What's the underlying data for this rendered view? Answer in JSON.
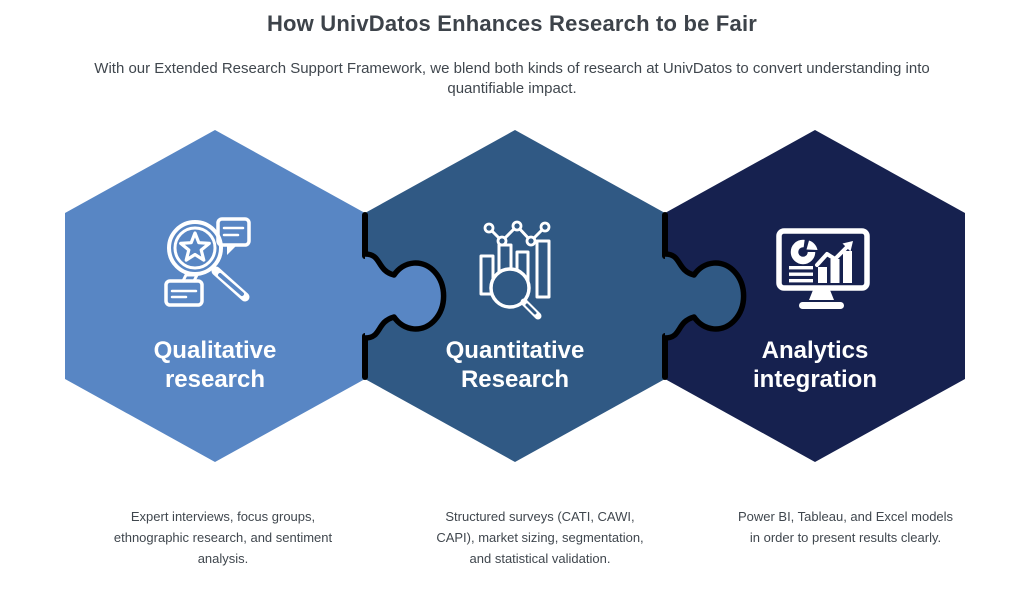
{
  "header": {
    "title": "How UnivDatos Enhances Research to be Fair",
    "subtitle": "With our Extended Research Support Framework, we blend both kinds of research at UnivDatos to convert understanding into quantifiable impact."
  },
  "colors": {
    "background": "#ffffff",
    "heading_text": "#3d434a",
    "body_text": "#40474e",
    "label_text": "#ffffff",
    "icon": "#ffffff",
    "connector_outline": "#000000"
  },
  "pieces": [
    {
      "label": "Qualitative research",
      "description": "Expert interviews, focus groups, ethnographic research, and sentiment analysis.",
      "color": "#5886c4",
      "icon": "magnifier-star-review-icon"
    },
    {
      "label": "Quantitative Research",
      "description": "Structured surveys (CATI, CAWI, CAPI), market sizing, segmentation, and statistical validation.",
      "color": "#305984",
      "icon": "bar-chart-magnifier-icon"
    },
    {
      "label": "Analytics integration",
      "description": "Power BI, Tableau, and Excel models in order to present results clearly.",
      "color": "#16214f",
      "icon": "analytics-dashboard-monitor-icon"
    }
  ]
}
